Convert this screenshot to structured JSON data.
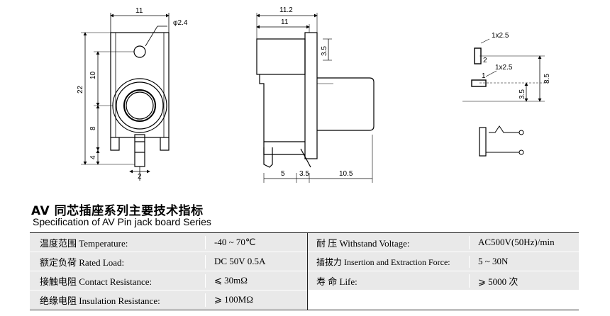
{
  "drawing": {
    "front_view": {
      "dim_width": "11",
      "dim_hole": "φ2.4",
      "dim_height_total": "22",
      "dim_upper": "10",
      "dim_middle": "8",
      "dim_lower": "4",
      "dim_pin": "2"
    },
    "side_view": {
      "dim_total_depth": "11.2",
      "dim_body_depth": "11",
      "dim_tab": "3.5",
      "dim_pin_offset": "5",
      "dim_pin_gap": "3.5",
      "dim_barrel": "10.5"
    },
    "pcb_layout": {
      "pad_top_label": "1x2.5",
      "pad_top_number": "2",
      "pad_bottom_label": "1x2.5",
      "pad_bottom_number": "1",
      "dim_spacing": "3.5",
      "dim_total": "8.5"
    }
  },
  "heading": {
    "title_cn": "AV 同芯插座系列主要技术指标",
    "title_en": "Specification of AV Pin jack board Series"
  },
  "specs": {
    "left": [
      {
        "label": "温度范围 Temperature:",
        "value": "-40 ~ 70℃"
      },
      {
        "label": "额定负荷 Rated Load:",
        "value": "DC  50V  0.5A"
      },
      {
        "label": "接触电阻 Contact  Resistance:",
        "value": "⩽ 30mΩ"
      },
      {
        "label": "绝缘电阻 Insulation Resistance:",
        "value": "⩾ 100MΩ"
      }
    ],
    "right": [
      {
        "label": "耐   压 Withstand  Voltage:",
        "value": "AC500V(50Hz)/min"
      },
      {
        "label": "插拔力 Insertion and Extraction Force:",
        "value": "5 ~ 30N"
      },
      {
        "label": "寿   命 Life:",
        "value": "⩾ 5000 次"
      }
    ]
  }
}
